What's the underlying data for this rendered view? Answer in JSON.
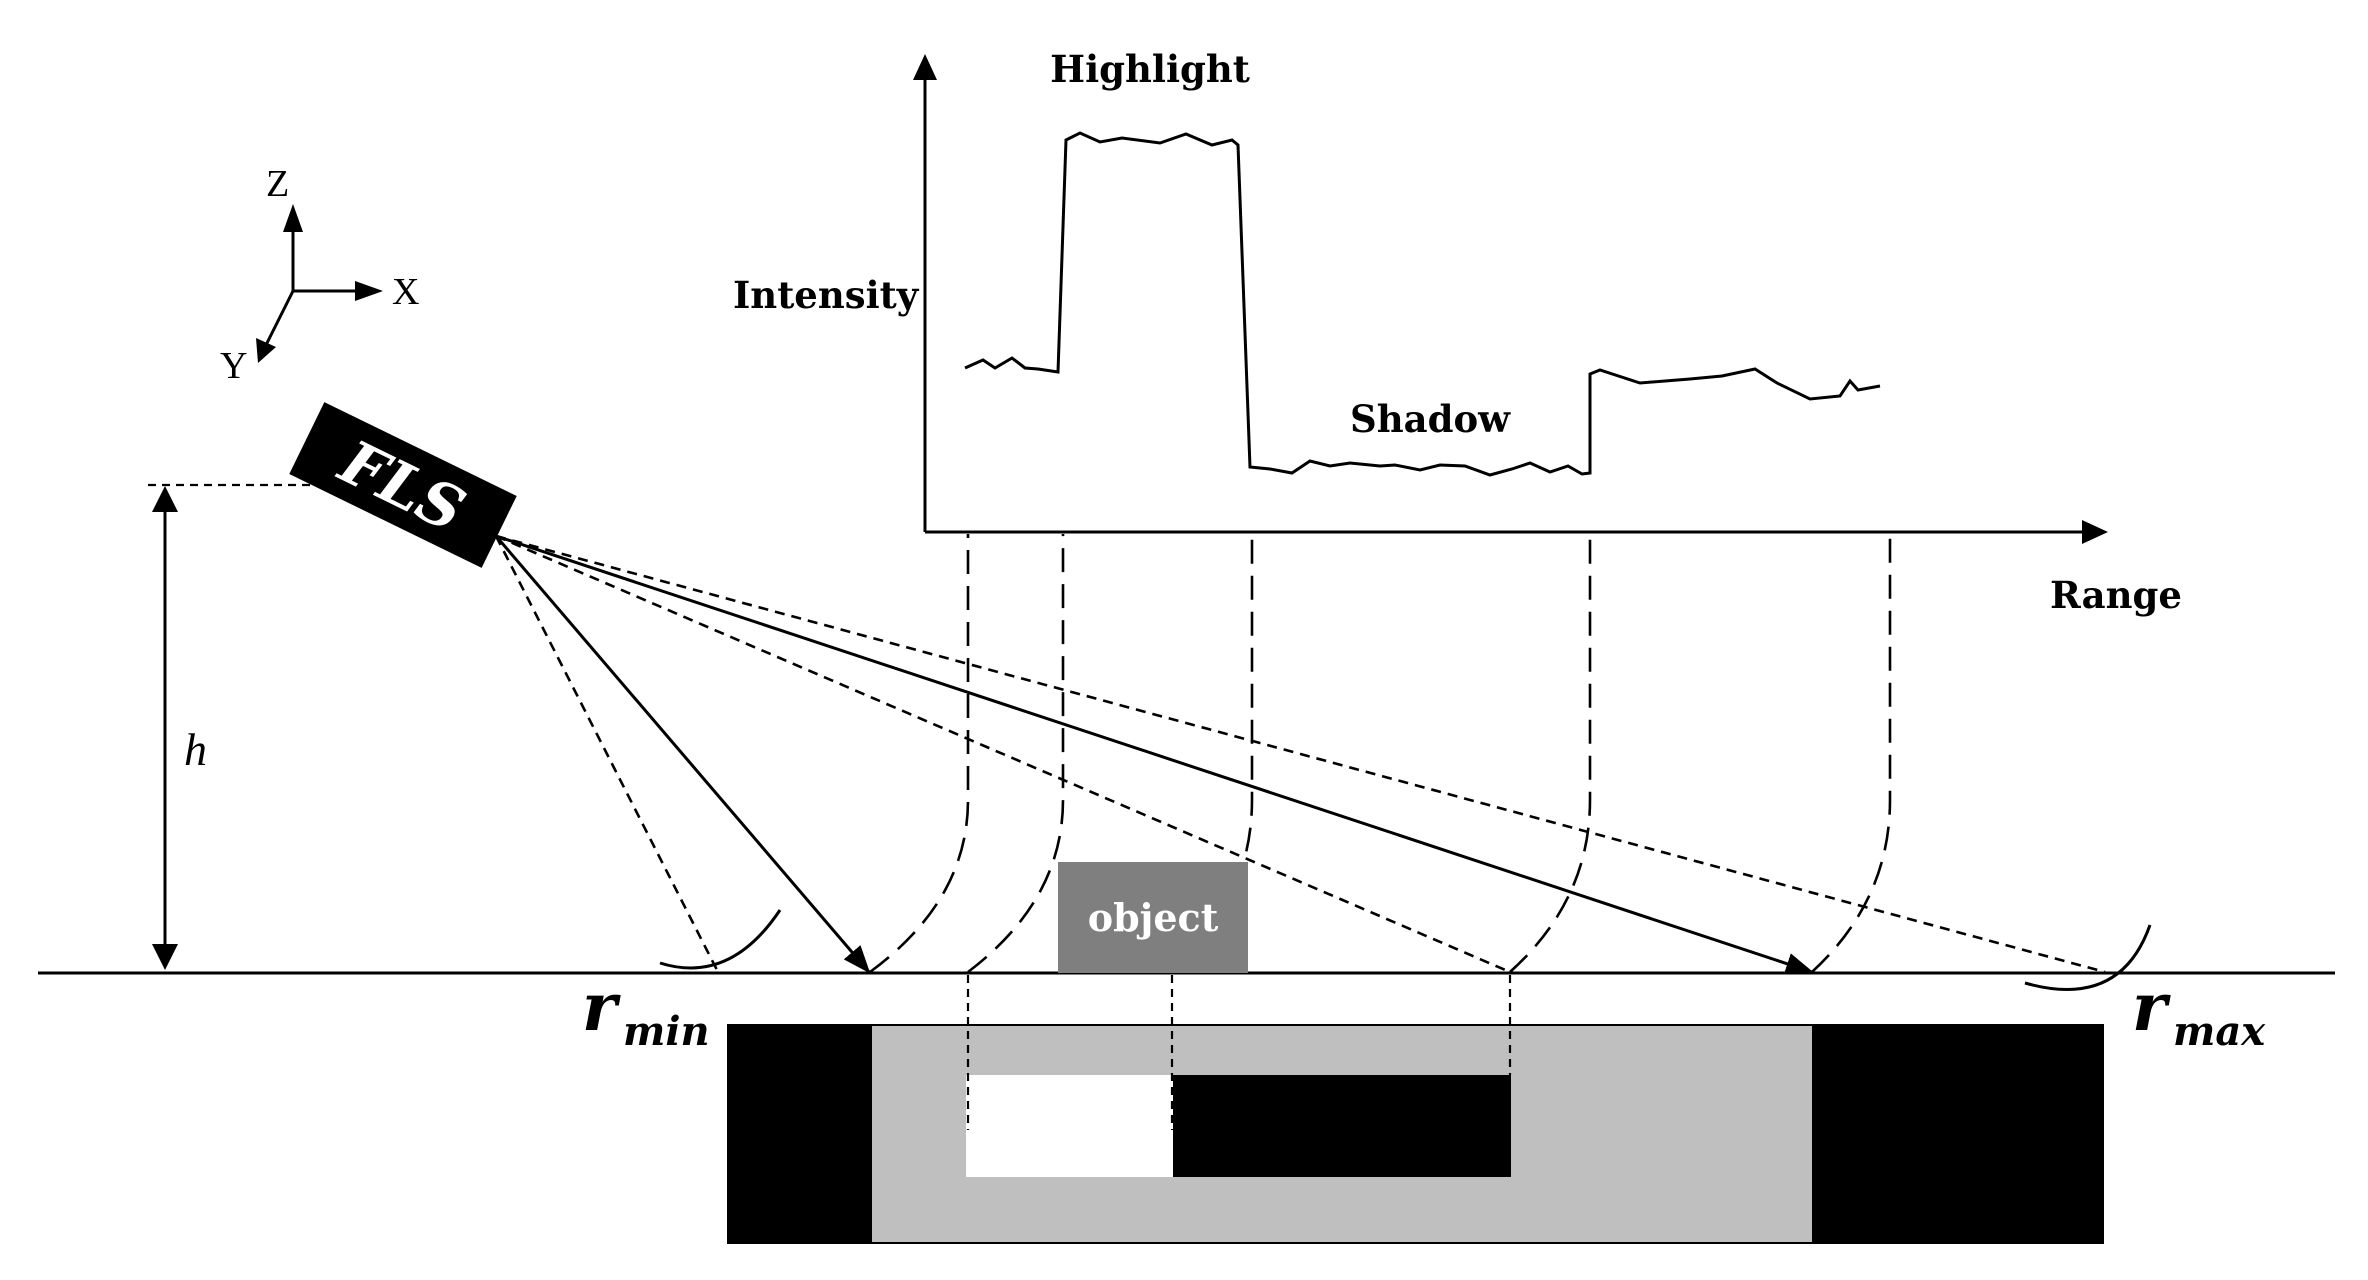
{
  "sensor": {
    "label": "FLS"
  },
  "axes3d": {
    "z": "Z",
    "x": "X",
    "y": "Y"
  },
  "height_label": "h",
  "profile": {
    "ylabel": "Intensity",
    "xlabel": "Range",
    "highlight_label": "Highlight",
    "shadow_label": "Shadow"
  },
  "object_label": "object",
  "range_min": {
    "base": "r",
    "sub": "min"
  },
  "range_max": {
    "base": "r",
    "sub": "max"
  },
  "colors": {
    "ink": "#000000",
    "object_fill": "#7f7f7f",
    "image_background": "#bfbfbf",
    "image_dark": "#000000",
    "image_highlight": "#ffffff"
  }
}
